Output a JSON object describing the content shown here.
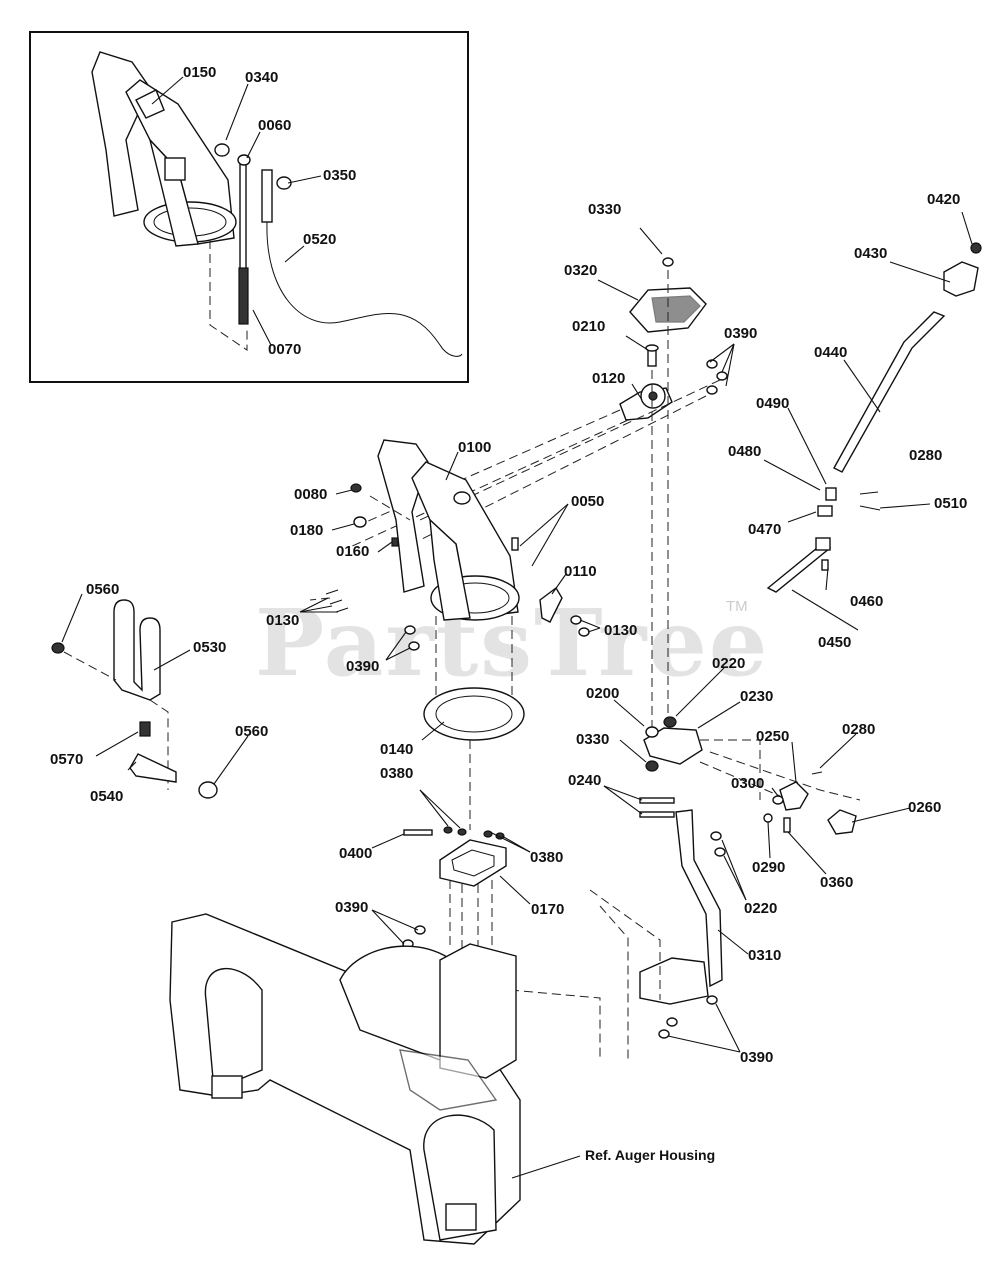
{
  "watermark": {
    "text": "PartsTree",
    "trademark": "TM"
  },
  "labels": {
    "inset": {
      "l0150": "0150",
      "l0340": "0340",
      "l0060": "0060",
      "l0350": "0350",
      "l0520": "0520",
      "l0070": "0070"
    },
    "top_right": {
      "l0330a": "0330",
      "l0320": "0320",
      "l0210": "0210",
      "l0390a": "0390",
      "l0120": "0120",
      "l0420": "0420",
      "l0430": "0430",
      "l0440": "0440",
      "l0490": "0490",
      "l0480": "0480",
      "l0280a": "0280",
      "l0510": "0510",
      "l0470": "0470",
      "l0460": "0460",
      "l0450": "0450"
    },
    "chute": {
      "l0100": "0100",
      "l0080": "0080",
      "l0180": "0180",
      "l0050": "0050",
      "l0160": "0160",
      "l0110": "0110",
      "l0130a": "0130",
      "l0130b": "0130",
      "l0390b": "0390",
      "l0140": "0140"
    },
    "left": {
      "l0560a": "0560",
      "l0530": "0530",
      "l0570": "0570",
      "l0560b": "0560",
      "l0540": "0540"
    },
    "middle_right": {
      "l0220a": "0220",
      "l0200": "0200",
      "l0230": "0230",
      "l0330b": "0330",
      "l0250": "0250",
      "l0280b": "0280",
      "l0240": "0240",
      "l0300": "0300",
      "l0260": "0260",
      "l0290": "0290",
      "l0360": "0360",
      "l0220b": "0220",
      "l0310": "0310",
      "l0390d": "0390"
    },
    "bottom": {
      "l0380a": "0380",
      "l0400": "0400",
      "l0380b": "0380",
      "l0170": "0170",
      "l0390c": "0390"
    }
  },
  "reference": {
    "auger_housing": "Ref. Auger Housing"
  }
}
